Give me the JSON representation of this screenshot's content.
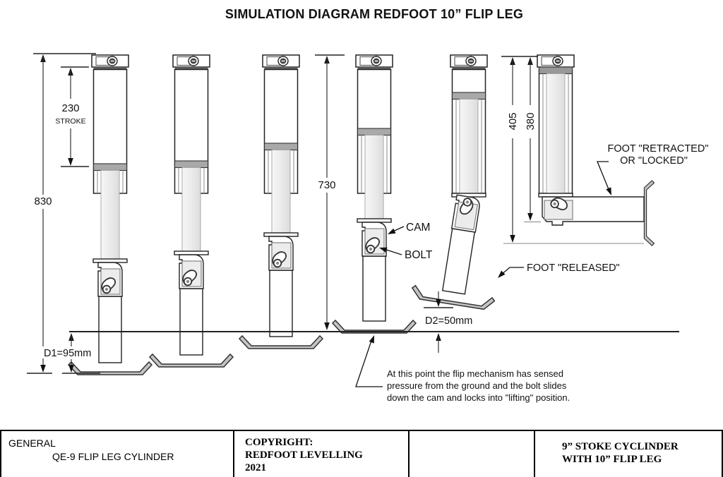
{
  "title": "SIMULATION DIAGRAM REDFOOT 10” FLIP LEG",
  "dimensions": {
    "overall_extended": "830",
    "stroke_value": "230",
    "stroke_label": "STROKE",
    "extended_to_ground": "730",
    "retracted_overall": "405",
    "retracted_body": "380",
    "below_ground": "D1=95mm",
    "foot_gap": "D2=50mm"
  },
  "callouts": {
    "cam": "CAM",
    "bolt": "BOLT",
    "foot_released": "FOOT \"RELEASED\"",
    "foot_retracted_line1": "FOOT \"RETRACTED\"",
    "foot_retracted_line2": "OR \"LOCKED\""
  },
  "note": {
    "line1": "At this point the flip mechanism has sensed",
    "line2": "pressure from the ground and the bolt slides",
    "line3": "down the cam and locks into \"lifting\" position."
  },
  "title_block": {
    "category": "GENERAL",
    "model": "QE-9 FLIP LEG CYLINDER",
    "copyright_label": "COPYRIGHT:",
    "copyright_company": "REDFOOT LEVELLING",
    "copyright_year": "2021",
    "spec_line1": "9” STOKE CYCLINDER",
    "spec_line2": "WITH 10” FLIP LEG"
  },
  "colors": {
    "line": "#1a1a1a",
    "gland_band": "#a9a9a9",
    "foot_pad": "#c4c4c4",
    "rod": "#ececec",
    "background": "#ffffff"
  }
}
